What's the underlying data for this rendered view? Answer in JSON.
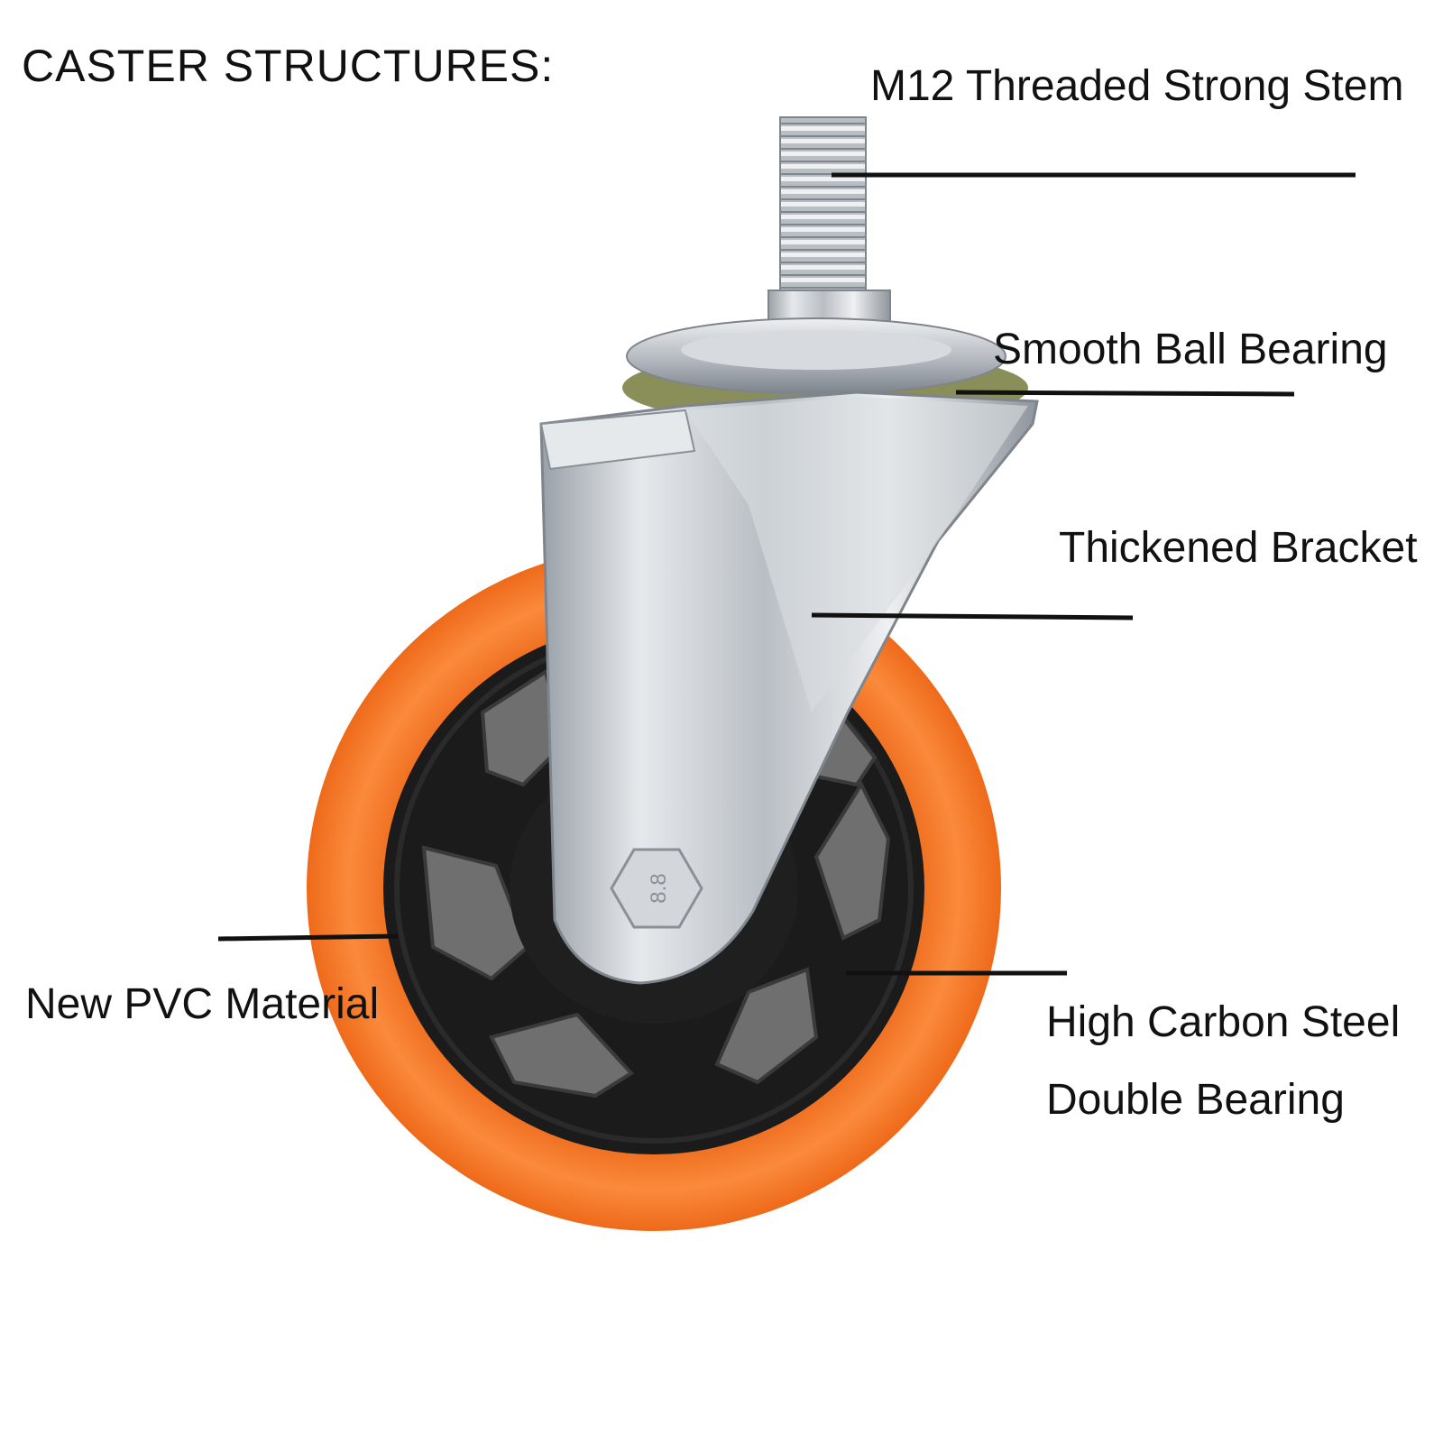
{
  "title": "CASTER  STRUCTURES:",
  "callouts": {
    "stem": "M12 Threaded Strong Stem",
    "ball_bearing": "Smooth Ball Bearing",
    "bracket": "Thickened Bracket",
    "pvc": "New PVC Material",
    "steel_line1": "High Carbon Steel",
    "steel_line2": "Double Bearing"
  },
  "nut_marking": "8.8",
  "colors": {
    "wheel_tread": "#f5741f",
    "wheel_hub": "#1b1b1b",
    "metal": "#c9ced4",
    "leader_line": "#111111",
    "text": "#111111"
  }
}
